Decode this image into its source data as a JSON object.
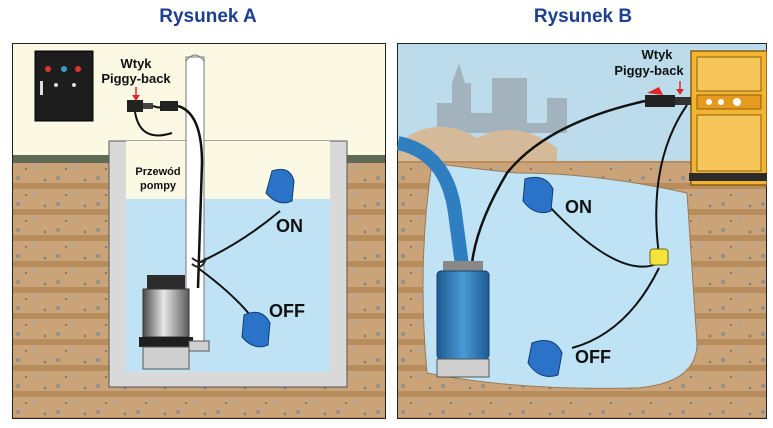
{
  "figure_a": {
    "title": "Rysunek A",
    "plug_label_line1": "Wtyk",
    "plug_label_line2": "Piggy-back",
    "cable_label_line1": "Przewód",
    "cable_label_line2": "pompy",
    "on_label": "ON",
    "off_label": "OFF"
  },
  "figure_b": {
    "title": "Rysunek B",
    "plug_label_line1": "Wtyk",
    "plug_label_line2": "Piggy-back",
    "on_label": "ON",
    "off_label": "OFF"
  },
  "colors": {
    "title": "#1d3f8f",
    "water": "#bfe3f4",
    "soil": "#caa478",
    "pump_blue": "#2f7fc0",
    "float_blue": "#2a73c9",
    "generator": "#f3b431",
    "arrow": "#e0262b"
  }
}
